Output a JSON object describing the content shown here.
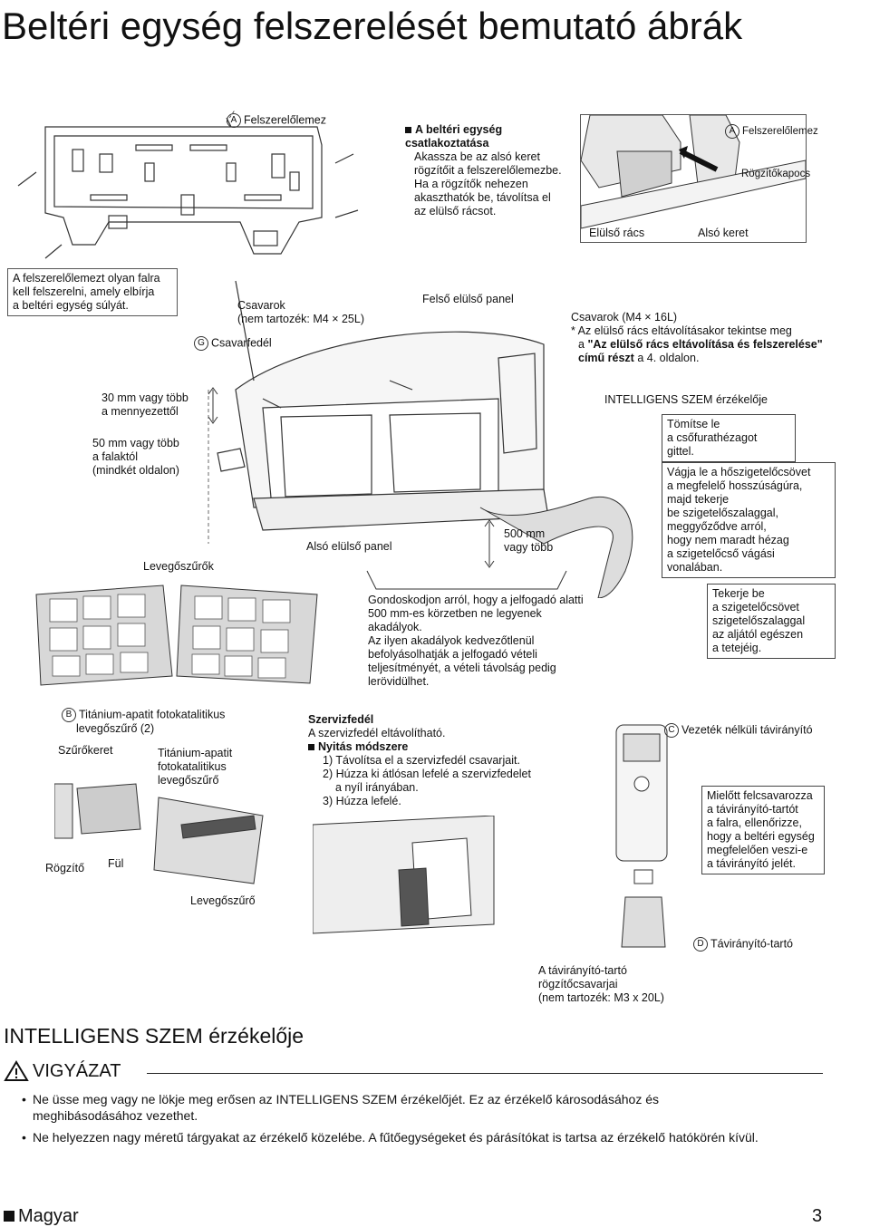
{
  "page_title": "Beltéri egység felszerelését bemutató ábrák",
  "labels": {
    "felszerelolemez_a": "Felszerelőlemez",
    "felszerelolemez_a2": "Felszerelőlemez",
    "rogzitokapocs": "Rögzítőkapocs",
    "elulso_racs": "Elülső rács",
    "also_keret": "Alsó keret",
    "letter_a": "A",
    "letter_b": "B",
    "letter_c": "C",
    "letter_d": "D",
    "letter_g": "G"
  },
  "connect": {
    "title": "A beltéri egység csatlakoztatása",
    "lines": [
      "Akassza be az alsó keret",
      "rögzítőit a felszerelőlemezbe.",
      "Ha a rögzítők nehezen",
      "akaszthatók be, távolítsa el",
      "az elülső rácsot."
    ]
  },
  "mount_note": [
    "A felszerelőlemezt olyan falra",
    "kell felszerelni, amely elbírja",
    "a beltéri egység súlyát."
  ],
  "middle": {
    "csavarok_1": "Csavarok",
    "csavarok_2": "(nem tartozék: M4 × 25L)",
    "csavarfedel": "Csavarfedél",
    "felso_panel": "Felső elülső panel",
    "csavarok16_1": "Csavarok (M4 × 16L)",
    "csavarok16_2": "* Az elülső rács eltávolításakor tekintse meg",
    "csavarok16_3a": "a ",
    "csavarok16_3b": "\"Az elülső rács eltávolítása és felszerelése\"",
    "csavarok16_4a": "című részt",
    "csavarok16_4b": " a 4. oldalon.",
    "mennyezet_1": "30 mm vagy több",
    "mennyezet_2": "a mennyezettől",
    "falaktol_1": "50 mm vagy több",
    "falaktol_2": "a falaktól",
    "falaktol_3": "(mindkét oldalon)",
    "intelligens": "INTELLIGENS SZEM érzékelője",
    "tomitse": [
      "Tömítse le",
      "a csőfurathézagot",
      "gittel."
    ],
    "vagja": [
      "Vágja le a hőszigetelőcsövet",
      "a megfelelő hosszúságúra,",
      "majd tekerje",
      "be szigetelőszalaggal,",
      "meggyőződve arról,",
      "hogy nem maradt hézag",
      "a szigetelőcső vágási",
      "vonalában."
    ],
    "tekerje": [
      "Tekerje be",
      "a szigetelőcsövet",
      "szigetelőszalaggal",
      "az aljától egészen",
      "a tetejéig."
    ],
    "also_panel": "Alsó elülső panel",
    "mm500_1": "500 mm",
    "mm500_2": "vagy több",
    "levegoszurok": "Levegőszűrők",
    "gondoskodjon": [
      "Gondoskodjon arról, hogy a jelfogadó alatti",
      "500 mm-es körzetben ne legyenek",
      "akadályok.",
      "Az ilyen akadályok kedvezőtlenül",
      "befolyásolhatják a jelfogadó vételi",
      "teljesítményét, a vételi távolság pedig",
      "lerövidülhet."
    ]
  },
  "filter": {
    "title_1": "Titánium-apatit fotokatalitikus",
    "title_2": "levegőszűrő (2)",
    "szurokeret": "Szűrőkeret",
    "ti_1": "Titánium-apatit",
    "ti_2": "fotokatalitikus",
    "ti_3": "levegőszűrő",
    "rogzito": "Rögzítő",
    "ful": "Fül",
    "levegoszuro": "Levegőszűrő"
  },
  "service": {
    "title": "Szervizfedél",
    "sub": "A szervizfedél eltávolítható.",
    "method": "Nyitás módszere",
    "steps": [
      "1) Távolítsa el a szervizfedél csavarjait.",
      "2) Húzza ki átlósan lefelé a szervizfedelet",
      "a nyíl irányában.",
      "3) Húzza lefelé."
    ]
  },
  "remote": {
    "vezetek": "Vezeték nélküli távirányító",
    "mielott": [
      "Mielőtt felcsavarozza",
      "a távirányító-tartót",
      "a falra, ellenőrizze,",
      "hogy a beltéri egység",
      "megfelelően veszi-e",
      "a távirányító jelét."
    ],
    "tarto": "Távirányító-tartó",
    "csavar_1": "A távirányító-tartó",
    "csavar_2": "rögzítőcsavarjai",
    "csavar_3": "(nem tartozék: M3 x 20L)"
  },
  "sensor_section": {
    "heading": "INTELLIGENS SZEM érzékelője",
    "caution": "VIGYÁZAT",
    "bullet1_1": "Ne üsse meg vagy ne lökje meg erősen az INTELLIGENS SZEM érzékelőjét. Ez az érzékelő károsodásához és",
    "bullet1_2": "meghibásodásához vezethet.",
    "bullet2": "Ne helyezzen nagy méretű tárgyakat az érzékelő közelébe. A fűtőegységeket és párásítókat is tartsa az érzékelő hatókörén kívül."
  },
  "footer": {
    "language": "Magyar",
    "page": "3"
  }
}
